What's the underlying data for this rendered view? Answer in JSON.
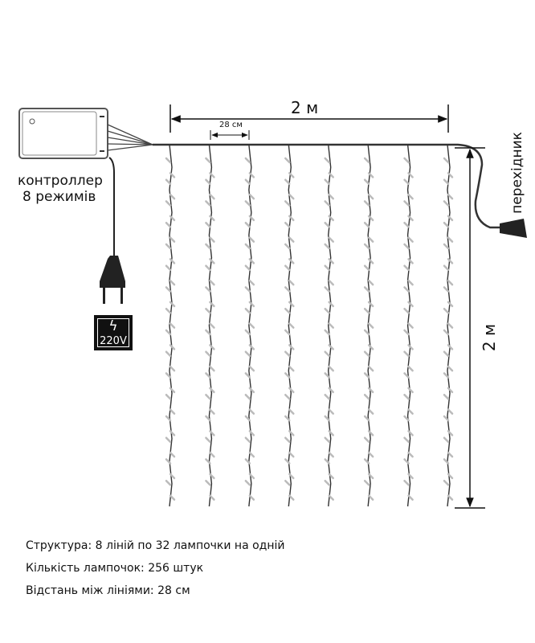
{
  "controller": {
    "label_line1": "контроллер",
    "label_line2": "8 режимів"
  },
  "dimensions": {
    "width": "2 м",
    "height": "2 м",
    "spacing": "28 см"
  },
  "adapter": {
    "label": "перехідник"
  },
  "voltage_badge": {
    "label": "220V",
    "icon": "lightning-icon"
  },
  "curtain": {
    "lines": 8,
    "bulbs_per_line": 32
  },
  "specs": [
    "Структура: 8 ліній по 32 лампочки на одній",
    "Кількість лампочок: 256 штук",
    "Відстань між лініями: 28 см"
  ]
}
